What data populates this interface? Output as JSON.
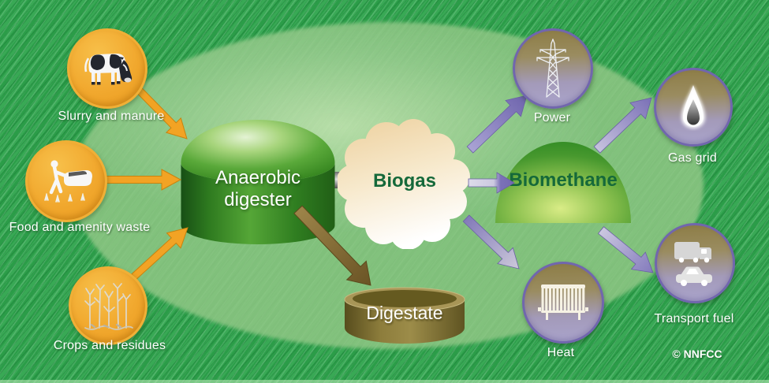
{
  "inputs": [
    {
      "label": "Slurry and manure",
      "icon": "cow-icon"
    },
    {
      "label": "Food and amenity waste",
      "icon": "mower-icon"
    },
    {
      "label": "Crops and residues",
      "icon": "crops-icon"
    }
  ],
  "process": {
    "digester_line1": "Anaerobic",
    "digester_line2": "digester",
    "biogas": "Biogas",
    "biomethane": "Biomethane",
    "digestate": "Digestate"
  },
  "outputs": [
    {
      "label": "Power",
      "icon": "pylon-icon"
    },
    {
      "label": "Gas grid",
      "icon": "flame-icon"
    },
    {
      "label": "Transport fuel",
      "icon": "vehicles-icon"
    },
    {
      "label": "Heat",
      "icon": "radiator-icon"
    }
  ],
  "copyright": "© NNFCC",
  "colors": {
    "background_green": "#2ea44c",
    "ellipse_green": "#96cb90",
    "input_orange": "#f0a42b",
    "output_ring_purple": "#7166ad",
    "digester_green": "#3f9327",
    "biogas_cream": "#f2dcb2",
    "digestate_brown": "#7d6c2e",
    "arrow_orange": "#f0a127",
    "arrow_purple": "#8278bc",
    "arrow_brown": "#8a7038",
    "label_text": "#ffffff",
    "process_text_green": "#15693a"
  }
}
